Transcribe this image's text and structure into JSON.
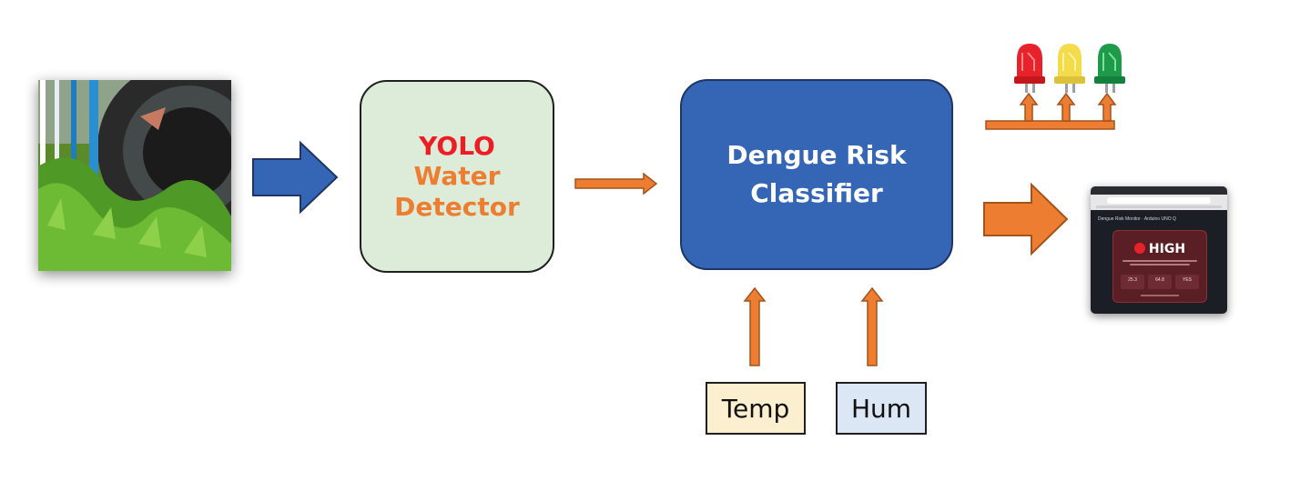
{
  "yolo_box": {
    "line1": "YOLO",
    "line2": "Water",
    "line3": "Detector"
  },
  "classifier_box": {
    "line1": "Dengue Risk",
    "line2": "Classifier"
  },
  "sensors": {
    "temp": "Temp",
    "hum": "Hum"
  },
  "dashboard": {
    "title": "Dengue Risk Monitor · Arduino UNO Q",
    "risk_level": "HIGH",
    "metrics": [
      "25.3",
      "64.8",
      "YES"
    ]
  },
  "colors": {
    "yolo_red": "#ee1d24",
    "yolo_orange": "#ed7d31",
    "arrow_blue": "#3566b6",
    "arrow_orange": "#ed7d31",
    "classifier_blue": "#3566b6",
    "yolo_bg": "#dcecd8",
    "temp_bg": "#fcefd0",
    "hum_bg": "#dbe7f5",
    "led_red": "#e8222a",
    "led_yellow": "#f3db4a",
    "led_green": "#1f9a4a"
  }
}
